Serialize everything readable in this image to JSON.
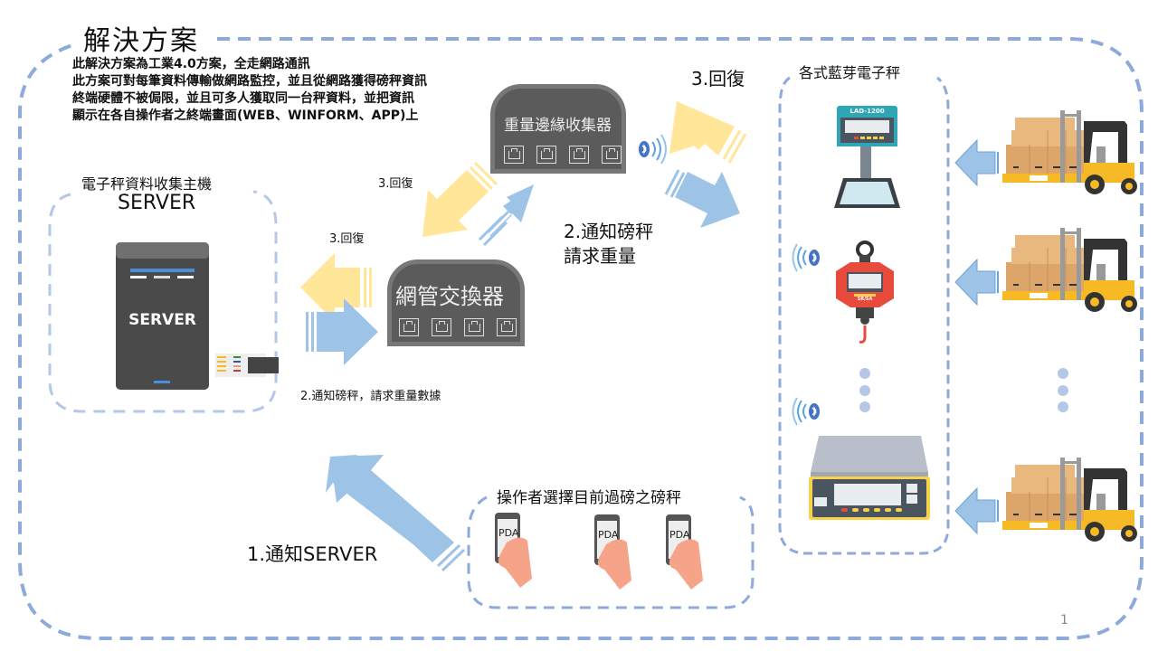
{
  "slide": {
    "title": "解決方案",
    "intro_lines": [
      "此解決方案為工業4.0方案，全走網路通訊",
      "此方案可對每筆資料傳輸做網路監控，並且從網路獲得磅秤資訊",
      "終端硬體不被侷限，並且可多人獲取同一台秤資料，並把資訊",
      "顯示在各自操作者之終端畫面(WEB、WINFORM、APP)上"
    ],
    "page_number": "1"
  },
  "server_group": {
    "caption": "電子秤資料收集主機",
    "title": "SERVER",
    "device_label": "SERVER"
  },
  "switch": {
    "label": "網管交換器"
  },
  "collector": {
    "label": "重量邊緣收集器"
  },
  "scales_group": {
    "caption": "各式藍芽電子秤",
    "scale_models": [
      "LAD-1200",
      "SR/SA"
    ]
  },
  "operators_group": {
    "caption": "操作者選擇目前過磅之磅秤",
    "pda_labels": [
      "PDA",
      "PDA",
      "PDA"
    ]
  },
  "flow_labels": {
    "step1": "1.通知SERVER",
    "step2_server": "2.通知磅秤，請求重量數據",
    "step2_collector_line1": "2.通知磅秤",
    "step2_collector_line2": "請求重量",
    "step3_server": "3.回復",
    "step3_switch": "3.回復",
    "step3_collector": "3.回復"
  },
  "colors": {
    "dash_border": "#8eaadb",
    "request_arrow": "#9dc3e6",
    "reply_arrow": "#ffe699",
    "device_body": "#595959",
    "bluetooth": "#4472c4",
    "forklift_yellow": "#f7b924",
    "scale_red": "#e84b3c",
    "scale_teal": "#2ea6b5"
  }
}
